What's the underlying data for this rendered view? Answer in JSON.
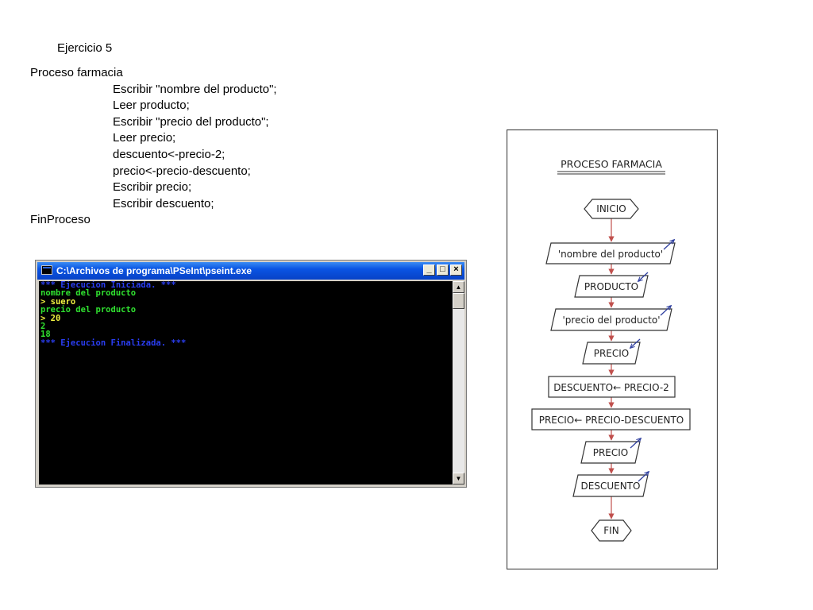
{
  "exercise_title": "Ejercicio 5",
  "pseudocode": {
    "header": "Proceso farmacia",
    "body": [
      "Escribir \"nombre del producto\";",
      "Leer producto;",
      "Escribir \"precio del producto\";",
      "Leer precio;",
      "descuento<-precio-2;",
      "precio<-precio-descuento;",
      "Escribir precio;",
      "Escribir descuento;"
    ],
    "footer": "FinProceso"
  },
  "console_window": {
    "title": "C:\\Archivos de programa\\PSeInt\\pseint.exe",
    "buttons": {
      "minimize": "_",
      "maximize": "□",
      "close": "×"
    },
    "lines": [
      {
        "text": "*** Ejecucion Iniciada. ***",
        "color": "#2a3df0"
      },
      {
        "text": "nombre del producto",
        "color": "#30e030"
      },
      {
        "text": "> suero",
        "color": "#f0f040"
      },
      {
        "text": "precio del producto",
        "color": "#30e030"
      },
      {
        "text": "> 20",
        "color": "#f0f040"
      },
      {
        "text": "2",
        "color": "#30e030"
      },
      {
        "text": "18",
        "color": "#30e030"
      },
      {
        "text": "*** Ejecucion Finalizada. ***",
        "color": "#2a3df0"
      }
    ]
  },
  "flowchart": {
    "title": "PROCESO FARMACIA",
    "nodes": [
      {
        "type": "terminal",
        "text": "INICIO"
      },
      {
        "type": "output",
        "text": "'nombre del producto'"
      },
      {
        "type": "input",
        "text": "PRODUCTO"
      },
      {
        "type": "output",
        "text": "'precio del producto'"
      },
      {
        "type": "input",
        "text": "PRECIO"
      },
      {
        "type": "process",
        "text": "DESCUENTO← PRECIO-2"
      },
      {
        "type": "process",
        "text": "PRECIO← PRECIO-DESCUENTO"
      },
      {
        "type": "output",
        "text": "PRECIO"
      },
      {
        "type": "output",
        "text": "DESCUENTO"
      },
      {
        "type": "terminal",
        "text": "FIN"
      }
    ],
    "colors": {
      "connector": "#c0504d",
      "border": "#333333",
      "io_arrow": "#3040a0"
    }
  }
}
